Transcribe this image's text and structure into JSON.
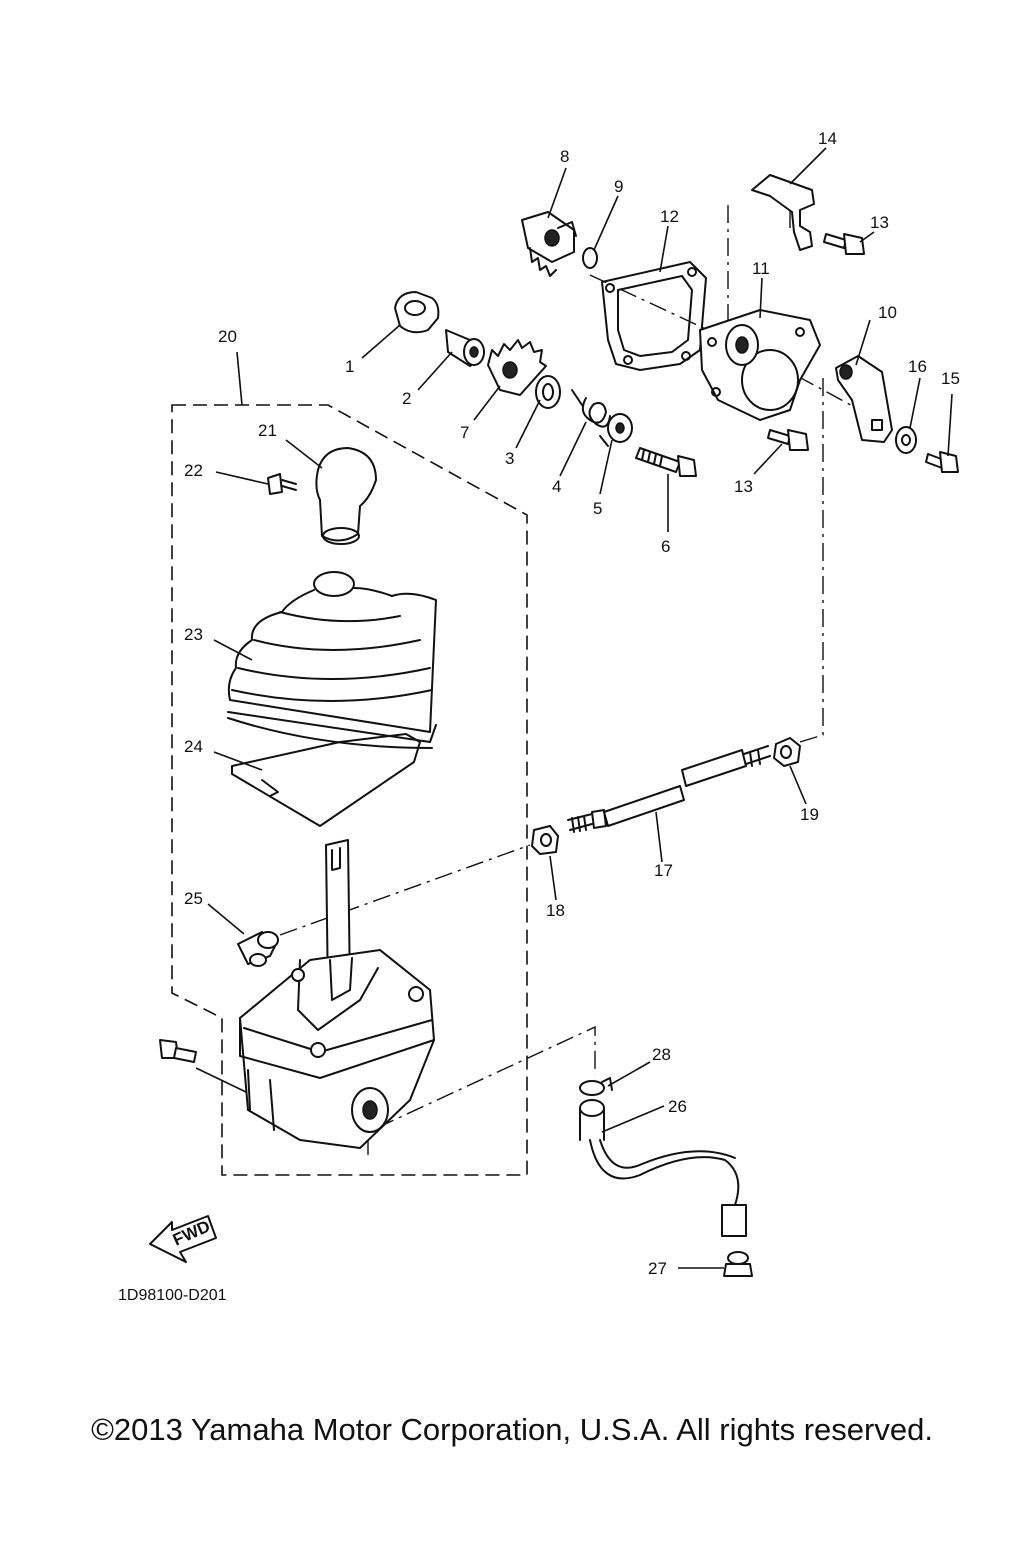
{
  "diagram": {
    "code": "1D98100-D201",
    "direction_label": "FWD",
    "copyright": "©2013 Yamaha Motor Corporation, U.S.A. All rights reserved.",
    "callouts": {
      "c1": "1",
      "c2": "2",
      "c3": "3",
      "c4": "4",
      "c5": "5",
      "c6": "6",
      "c7": "7",
      "c8": "8",
      "c9": "9",
      "c10": "10",
      "c11": "11",
      "c12": "12",
      "c13a": "13",
      "c13b": "13",
      "c14": "14",
      "c15": "15",
      "c16": "16",
      "c17": "17",
      "c18": "18",
      "c19": "19",
      "c20": "20",
      "c21": "21",
      "c22": "22",
      "c23": "23",
      "c24": "24",
      "c25": "25",
      "c26": "26",
      "c27": "27",
      "c28": "28"
    }
  }
}
